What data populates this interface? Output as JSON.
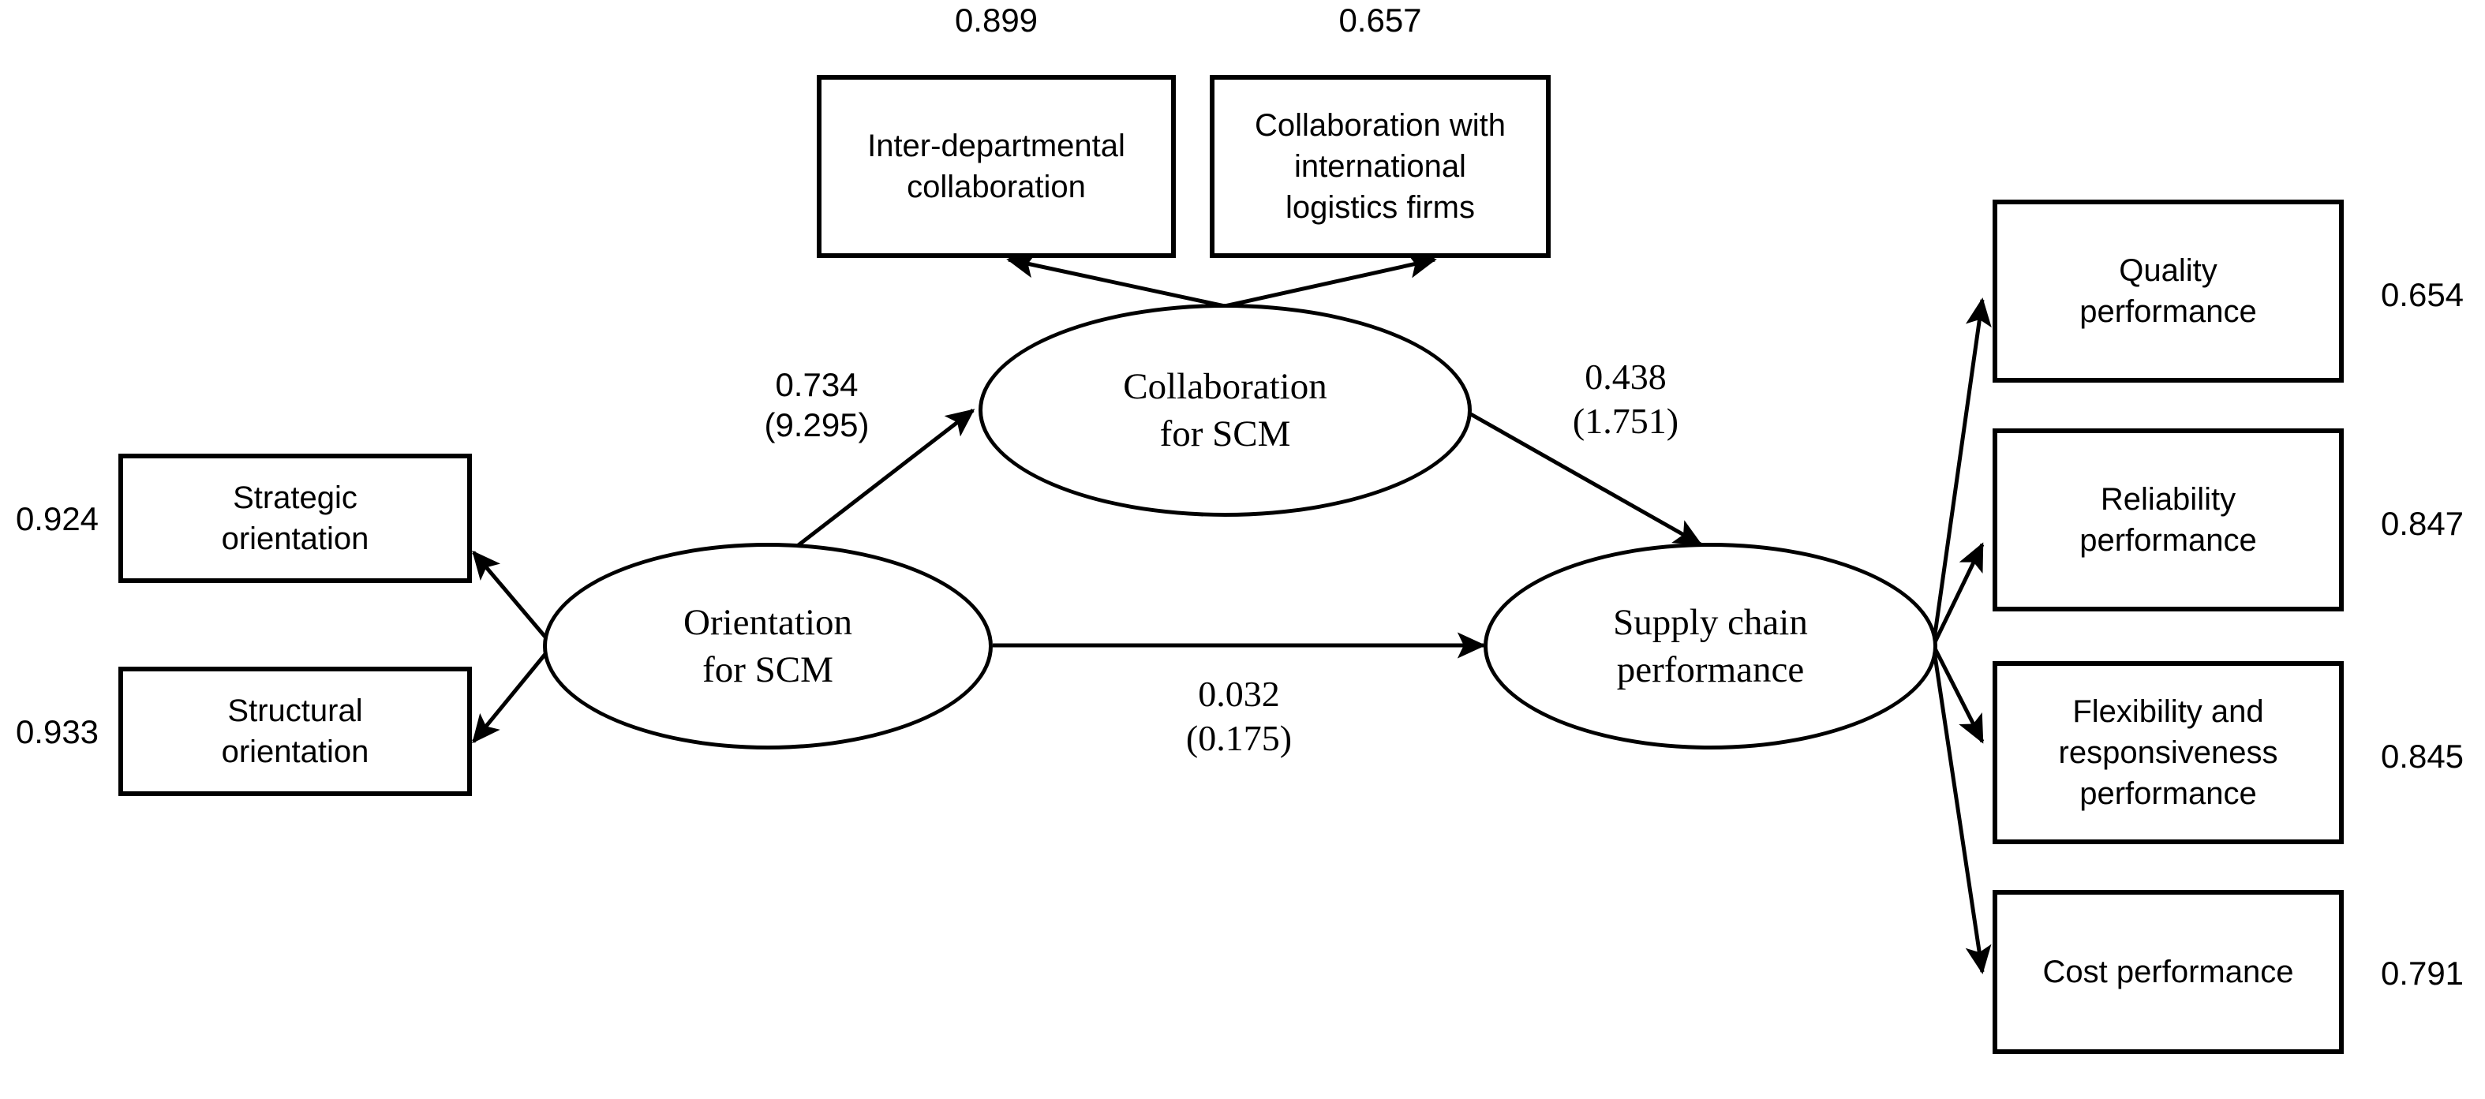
{
  "diagram": {
    "type": "structural-equation-model",
    "background_color": "#ffffff",
    "line_color": "#000000",
    "indicator_boxes": [
      {
        "id": "inter-departmental-collaboration",
        "label": "Inter-departmental\ncollaboration",
        "loading": "0.899",
        "loading_position": "top",
        "parent": "collaboration-for-scm"
      },
      {
        "id": "collaboration-with-international-logistics-firms",
        "label": "Collaboration with\ninternational\nlogistics firms",
        "loading": "0.657",
        "loading_position": "top",
        "parent": "collaboration-for-scm"
      },
      {
        "id": "strategic-orientation",
        "label": "Strategic\norientation",
        "loading": "0.924",
        "loading_position": "left",
        "parent": "orientation-for-scm"
      },
      {
        "id": "structural-orientation",
        "label": "Structural\norientation",
        "loading": "0.933",
        "loading_position": "left",
        "parent": "orientation-for-scm"
      },
      {
        "id": "quality-performance",
        "label": "Quality\nperformance",
        "loading": "0.654",
        "loading_position": "right",
        "parent": "supply-chain-performance"
      },
      {
        "id": "reliability-performance",
        "label": "Reliability\nperformance",
        "loading": "0.847",
        "loading_position": "right",
        "parent": "supply-chain-performance"
      },
      {
        "id": "flexibility-and-responsiveness-performance",
        "label": "Flexibility and\nresponsiveness\nperformance",
        "loading": "0.845",
        "loading_position": "right",
        "parent": "supply-chain-performance"
      },
      {
        "id": "cost-performance",
        "label": "Cost performance",
        "loading": "0.791",
        "loading_position": "right",
        "parent": "supply-chain-performance"
      }
    ],
    "latent_nodes": [
      {
        "id": "collaboration-for-scm",
        "label": "Collaboration\nfor SCM"
      },
      {
        "id": "orientation-for-scm",
        "label": "Orientation\nfor SCM"
      },
      {
        "id": "supply-chain-performance",
        "label": "Supply chain\nperformance"
      }
    ],
    "structural_paths": [
      {
        "id": "orientation-to-collaboration",
        "from": "orientation-for-scm",
        "to": "collaboration-for-scm",
        "coefficient": "0.734",
        "t_value": "(9.295)",
        "label": "0.734\n(9.295)"
      },
      {
        "id": "collaboration-to-performance",
        "from": "collaboration-for-scm",
        "to": "supply-chain-performance",
        "coefficient": "0.438",
        "t_value": "(1.751)",
        "label": "0.438\n(1.751)"
      },
      {
        "id": "orientation-to-performance",
        "from": "orientation-for-scm",
        "to": "supply-chain-performance",
        "coefficient": "0.032",
        "t_value": "(0.175)",
        "label": "0.032\n(0.175)"
      }
    ]
  }
}
